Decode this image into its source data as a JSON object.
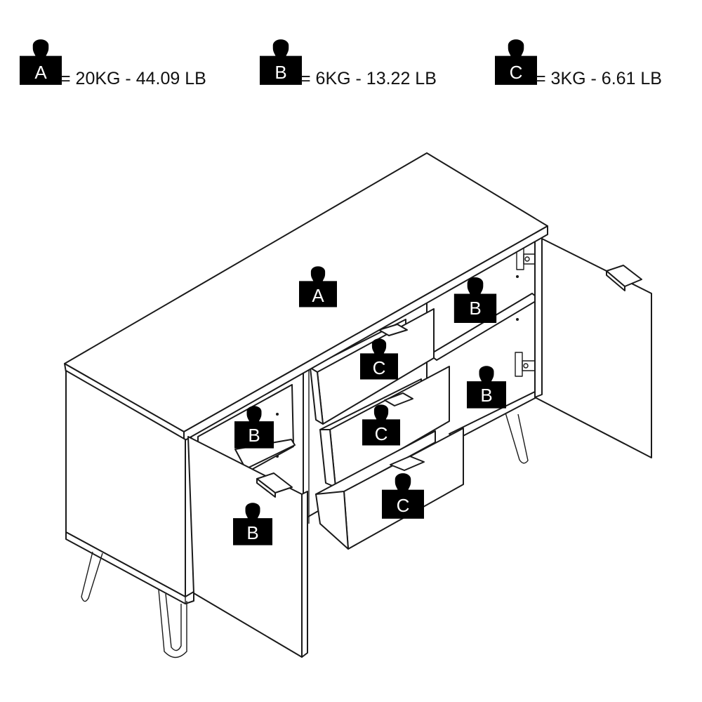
{
  "legend": [
    {
      "letter": "A",
      "text": "= 20KG - 44.09 LB"
    },
    {
      "letter": "B",
      "text": "= 6KG - 13.22 LB"
    },
    {
      "letter": "C",
      "text": "= 3KG - 6.61 LB"
    }
  ],
  "markers": {
    "top": "A",
    "right_upper_shelf": "B",
    "right_lower_shelf": "B",
    "left_shelf": "B",
    "left_door": "B",
    "drawer_top": "C",
    "drawer_middle": "C",
    "drawer_bottom": "C"
  },
  "colors": {
    "line": "#1a1a1a",
    "weight": "#000000",
    "weight_text": "#ffffff"
  }
}
